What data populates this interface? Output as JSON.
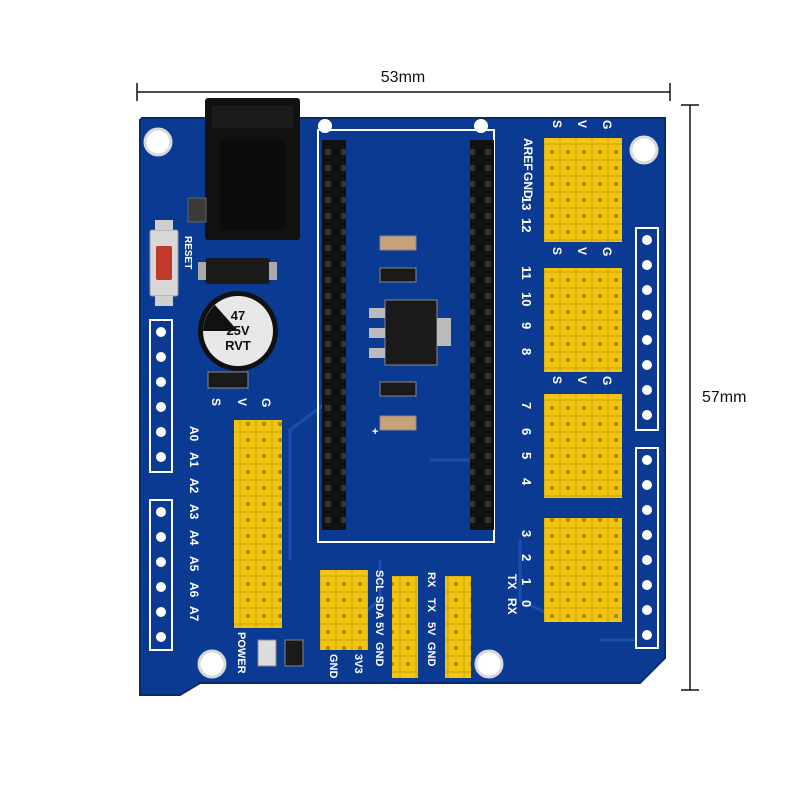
{
  "dimensions": {
    "width_label": "53mm",
    "height_label": "57mm"
  },
  "colors": {
    "pcb": "#0b3a93",
    "pcb_trace": "#1a4fb0",
    "header_pin_yellow": "#f1c40f",
    "header_black": "#111111",
    "silkscreen": "#ffffff",
    "background": "#ffffff"
  },
  "silkscreen": {
    "reset": "RESET",
    "capacitor": [
      "47",
      "25V",
      "RVT"
    ],
    "svg_left": [
      "S",
      "V",
      "G"
    ],
    "analog": [
      "A0",
      "A1",
      "A2",
      "A3",
      "A4",
      "A5",
      "A6",
      "A7"
    ],
    "power": "POWER",
    "gnd_3v3": [
      "GND",
      "3V3"
    ],
    "i2c": [
      "SCL",
      "SDA",
      "5V",
      "GND"
    ],
    "serial": [
      "RX",
      "TX",
      "5V",
      "GND"
    ],
    "svg_right": [
      "S",
      "V",
      "G"
    ],
    "aref": "AREF",
    "gnd": "GND",
    "digital_pairs": [
      "13",
      "12",
      "11",
      "10",
      "9",
      "8",
      "7",
      "6",
      "5",
      "4",
      "3",
      "2",
      "1",
      "0"
    ],
    "tx": "TX",
    "rx": "RX",
    "plus": "+"
  }
}
